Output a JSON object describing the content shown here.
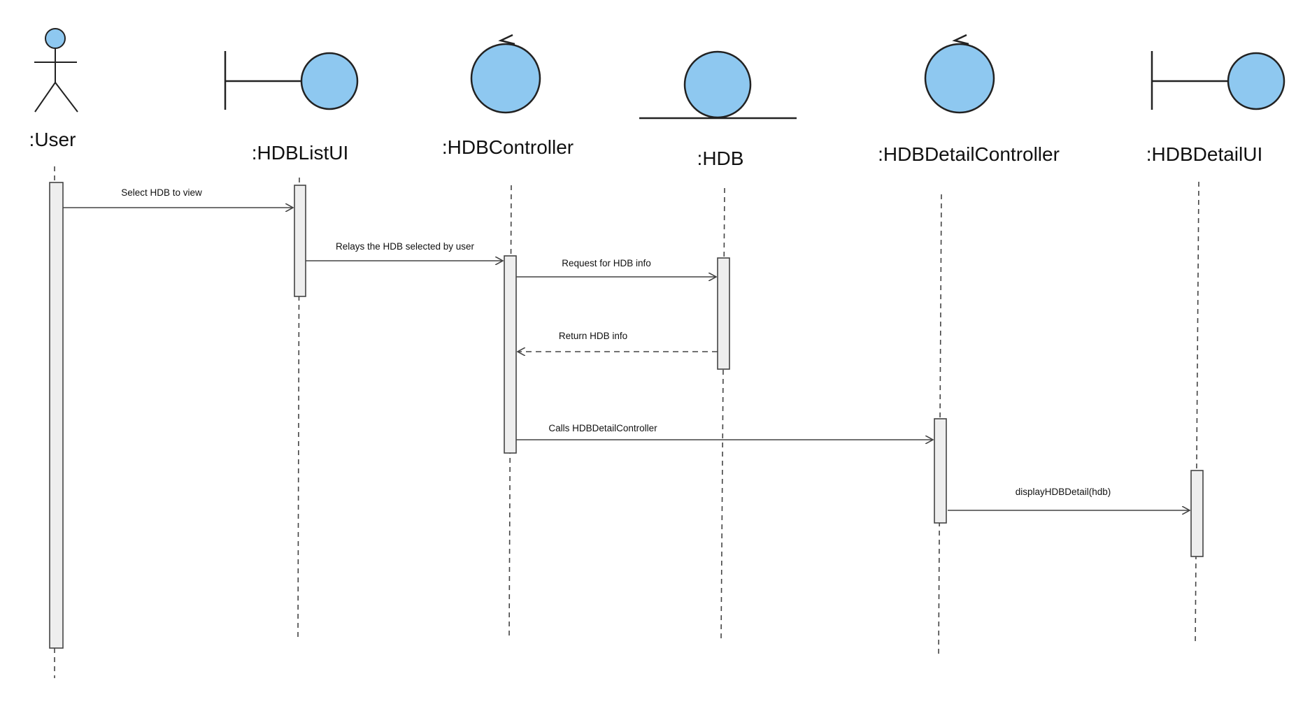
{
  "colors": {
    "icon_fill": "#8ec8f0",
    "stroke": "#222222",
    "line": "#444444",
    "activation_fill": "#eeeeee"
  },
  "participants": [
    {
      "id": "user",
      "label": ":User",
      "icon": "actor-icon"
    },
    {
      "id": "hdblistui",
      "label": ":HDBListUI",
      "icon": "boundary-icon"
    },
    {
      "id": "hdbcontroller",
      "label": ":HDBController",
      "icon": "control-icon"
    },
    {
      "id": "hdb",
      "label": ":HDB",
      "icon": "entity-icon"
    },
    {
      "id": "hdbdetailcontroller",
      "label": ":HDBDetailController",
      "icon": "control-icon"
    },
    {
      "id": "hdbdetailui",
      "label": ":HDBDetailUI",
      "icon": "boundary-icon"
    }
  ],
  "messages": [
    {
      "from": "user",
      "to": "hdblistui",
      "label": "Select HDB to view",
      "type": "sync"
    },
    {
      "from": "hdblistui",
      "to": "hdbcontroller",
      "label": "Relays the HDB selected by user",
      "type": "sync"
    },
    {
      "from": "hdbcontroller",
      "to": "hdb",
      "label": "Request for HDB info",
      "type": "sync"
    },
    {
      "from": "hdb",
      "to": "hdbcontroller",
      "label": "Return HDB info",
      "type": "return"
    },
    {
      "from": "hdbcontroller",
      "to": "hdbdetailcontroller",
      "label": "Calls HDBDetailController",
      "type": "sync"
    },
    {
      "from": "hdbdetailcontroller",
      "to": "hdbdetailui",
      "label": "displayHDBDetail(hdb)",
      "type": "sync"
    }
  ]
}
